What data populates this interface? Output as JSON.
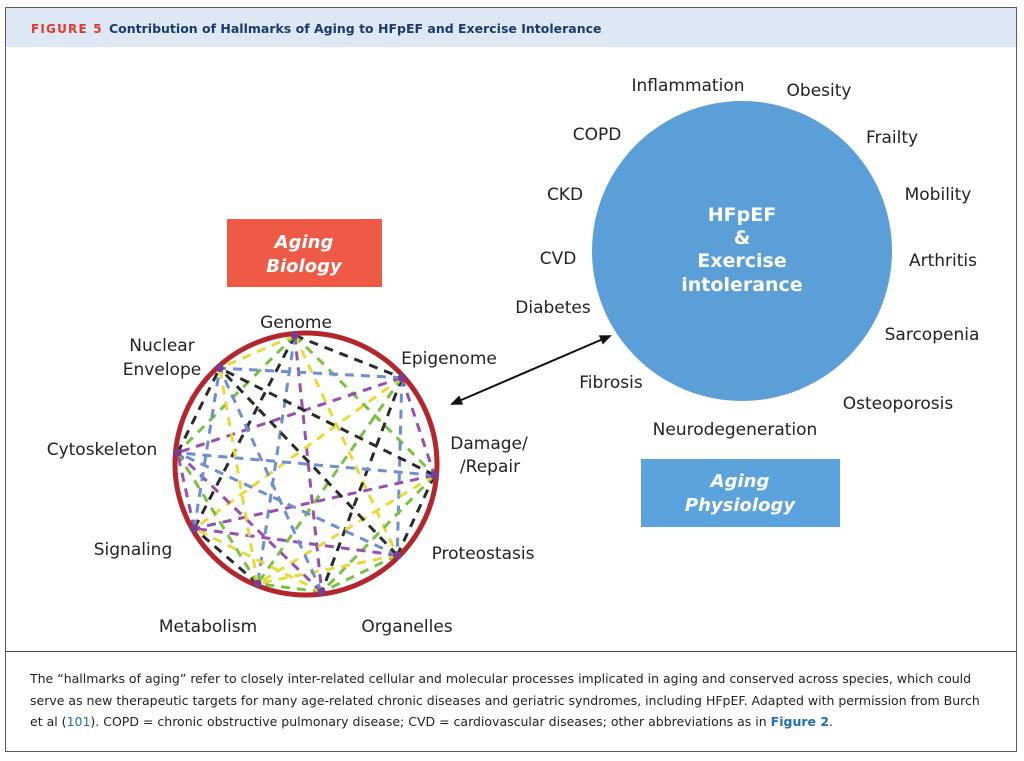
{
  "figure": {
    "label": "FIGURE 5",
    "title": "Contribution of Hallmarks of Aging to HFpEF and Exercise Intolerance"
  },
  "aging_biology": {
    "box_line1": "Aging",
    "box_line2": "Biology",
    "nodes": {
      "genome": "Genome",
      "nuclear_envelope_1": "Nuclear",
      "nuclear_envelope_2": "Envelope",
      "epigenome": "Epigenome",
      "cytoskeleton": "Cytoskeleton",
      "damage_1": "Damage/",
      "damage_2": "/Repair",
      "signaling": "Signaling",
      "proteostasis": "Proteostasis",
      "metabolism": "Metabolism",
      "organelles": "Organelles"
    }
  },
  "aging_physiology": {
    "box_line1": "Aging",
    "box_line2": "Physiology",
    "center_line1": "HFpEF",
    "center_line2": "&",
    "center_line3": "Exercise",
    "center_line4": "intolerance",
    "conditions": {
      "inflammation": "Inflammation",
      "obesity": "Obesity",
      "copd": "COPD",
      "frailty": "Frailty",
      "ckd": "CKD",
      "mobility": "Mobility",
      "cvd": "CVD",
      "arthritis": "Arthritis",
      "diabetes": "Diabetes",
      "sarcopenia": "Sarcopenia",
      "fibrosis": "Fibrosis",
      "osteoporosis": "Osteoporosis",
      "neurodegeneration": "Neurodegeneration"
    }
  },
  "colors": {
    "header_bg": "#dde8f4",
    "figure_label": "#e03a2e",
    "title": "#1d3a6e",
    "biology_box": "#ee5a45",
    "physiology_box": "#5aa3dc",
    "big_circle": "#5b9fd9",
    "ring": "#b3262b",
    "link_colors": [
      "#2b2b2b",
      "#79c142",
      "#e8d93a",
      "#9a4fb0",
      "#6b8fd0"
    ]
  },
  "caption": {
    "text_1": "The “hallmarks of aging” refer to closely inter-related cellular and molecular processes implicated in aging and conserved across species, which could serve as new therapeutic targets for many age-related chronic diseases and geriatric syndromes, including HFpEF. Adapted with permission from Burch et al (",
    "ref_number": "101",
    "text_2": "). COPD = chronic obstructive pulmonary disease; CVD = cardiovascular diseases; other abbreviations as in ",
    "figure_ref": "Figure 2",
    "text_3": "."
  }
}
